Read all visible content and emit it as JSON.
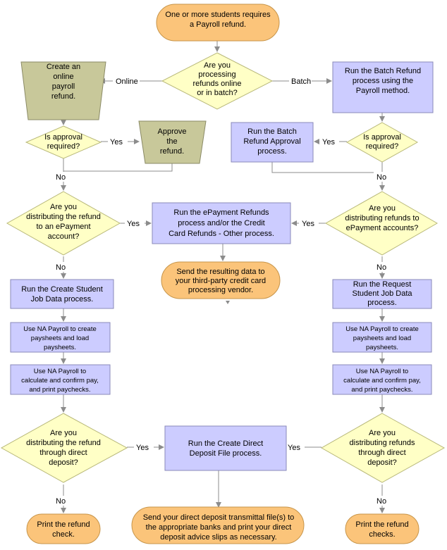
{
  "colors": {
    "terminal_fill": "#fbc47a",
    "terminal_stroke": "#c7954a",
    "decision_fill": "#ffffc6",
    "decision_stroke": "#b8b87a",
    "process_fill": "#ccccff",
    "process_stroke": "#8a8ab8",
    "manual_fill": "#c8c89a",
    "manual_stroke": "#8a8a66",
    "line": "#8c8c8c"
  },
  "nodes": {
    "start": [
      "One or more students requires",
      "a Payroll refund."
    ],
    "online_batch": [
      "Are you",
      "processing",
      "refunds online",
      "or in batch?"
    ],
    "create_online": [
      "Create an",
      "online",
      "payroll",
      "refund."
    ],
    "run_batch": [
      "Run the Batch Refund",
      "process using the",
      "Payroll method."
    ],
    "approval_left": [
      "Is approval",
      "required?"
    ],
    "approve": [
      "Approve",
      "the",
      "refund."
    ],
    "run_batch_approval": [
      "Run the Batch",
      "Refund Approval",
      "process."
    ],
    "approval_right": [
      "Is approval",
      "required?"
    ],
    "distributing_left": [
      "Are you",
      "distributing the refund",
      "to an ePayment",
      "account?"
    ],
    "epayment": [
      "Run the ePayment Refunds",
      "process and/or the Credit",
      "Card Refunds - Other process."
    ],
    "distributing_right": [
      "Are you",
      "distributing refunds to",
      "ePayment accounts?"
    ],
    "send_vendor": [
      "Send the resulting data to",
      "your third-party credit card",
      "processing vendor."
    ],
    "create_sjd": [
      "Run the Create Student",
      "Job Data process."
    ],
    "request_sjd": [
      "Run the Request",
      "Student Job Data",
      "process."
    ],
    "paysheets_left": [
      "Use NA Payroll to create",
      "paysheets and load",
      "paysheets."
    ],
    "paysheets_right": [
      "Use NA Payroll to create",
      "paysheets and load",
      "paysheets."
    ],
    "calc_left": [
      "Use NA Payroll to",
      "calculate and confirm pay,",
      "and print paychecks."
    ],
    "calc_right": [
      "Use NA Payroll to",
      "calculate and confirm pay,",
      "and print paychecks."
    ],
    "direct_left": [
      "Are you",
      "distributing the refund",
      "through direct",
      "deposit?"
    ],
    "direct_file": [
      "Run the Create Direct",
      "Deposit File process."
    ],
    "direct_right": [
      "Are you",
      "distributing refunds",
      "through direct",
      "deposit?"
    ],
    "print_check_left": [
      "Print the refund",
      "check."
    ],
    "send_transmittal": [
      "Send your direct deposit transmittal file(s) to",
      "the appropriate banks and print your direct",
      "deposit advice slips as necessary."
    ],
    "print_check_right": [
      "Print the refund",
      "checks."
    ]
  },
  "edge_labels": {
    "online": "Online",
    "batch": "Batch",
    "yes": "Yes",
    "no": "No"
  }
}
